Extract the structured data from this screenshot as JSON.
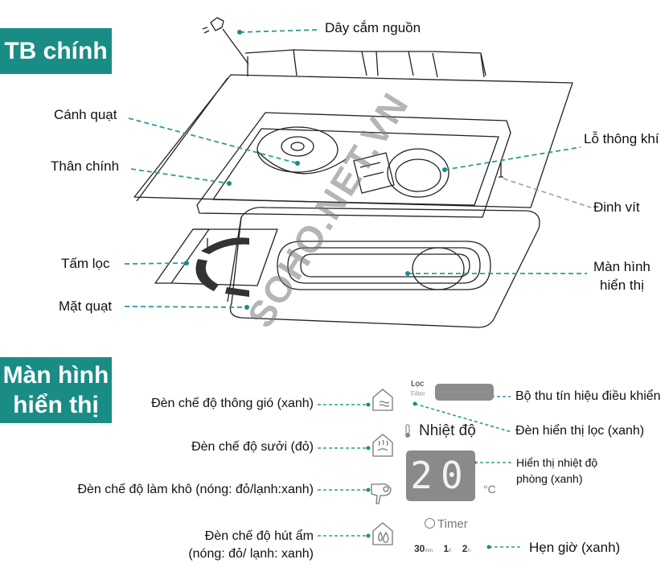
{
  "sections": {
    "main_unit": "TB chính",
    "display_line1": "Màn hình",
    "display_line2": "hiển thị"
  },
  "main_unit_labels": {
    "power_cord": "Dây cắm nguồn",
    "fan_blade": "Cánh quạt",
    "main_body": "Thân chính",
    "filter_plate": "Tấm lọc",
    "fan_face": "Mặt quạt",
    "vent_hole": "Lỗ thông khí",
    "screw": "Đinh vít",
    "display_line1": "Màn hình",
    "display_line2": "hiển thị"
  },
  "display_labels": {
    "ventilation": "Đèn chế độ thông gió (xanh)",
    "heating": "Đèn chế độ sưởi (đỏ)",
    "drying": "Đèn chế độ làm khô (nóng: đỏ/lạnh:xanh)",
    "dehumid_line1": "Đèn chế độ hút ẩm",
    "dehumid_line2": "(nóng: đỏ/ lạnh: xanh)",
    "receiver": "Bộ thu tín hiệu điều khiển",
    "filter_light": "Đèn hiển thị lọc (xanh)",
    "temp_display_line1": "Hiển thị nhiệt độ",
    "temp_display_line2": "phòng (xanh)",
    "timer_label": "Hẹn giờ (xanh)"
  },
  "panel": {
    "filter_vi": "Lọc",
    "filter_en": "Filter",
    "temp_title": "Nhiệt độ",
    "temp_value": "20",
    "temp_unit": "°C",
    "timer_title": "Timer",
    "timer_options": [
      {
        "value": "30",
        "unit": "min"
      },
      {
        "value": "1",
        "unit": "h"
      },
      {
        "value": "2",
        "unit": "h"
      }
    ]
  },
  "icons": {
    "ventilation": "house-wind-icon",
    "heating": "house-heat-icon",
    "drying": "hair-dryer-icon",
    "dehumid": "house-droplet-icon",
    "thermometer": "thermometer-icon",
    "clock": "clock-icon"
  },
  "watermark": "SOHO.NET.VN",
  "colors": {
    "accent": "#1a8c86",
    "leader": "#2a9d95",
    "panel_grey": "#8a8a8a"
  }
}
